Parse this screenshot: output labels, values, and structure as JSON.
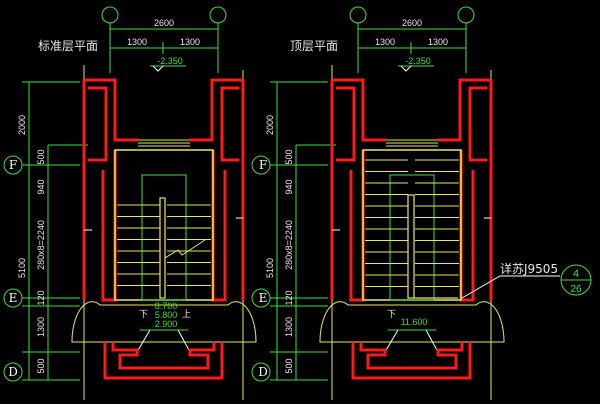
{
  "plans": [
    {
      "title": "标准层平面",
      "dims": {
        "total": "2600",
        "half_left": "1300",
        "half_right": "1300",
        "d2000": "2000",
        "d500a": "500",
        "d940": "940",
        "d5100": "5100",
        "stairs": "280x8=2240",
        "d120": "120",
        "d1300": "1300",
        "d500b": "500"
      },
      "top_elev": "-2.350",
      "elevs": [
        "8.700",
        "5.800",
        "2.900"
      ],
      "down": "下",
      "up": "上"
    },
    {
      "title": "顶层平面",
      "dims": {
        "total": "2600",
        "half_left": "1300",
        "half_right": "1300",
        "d2000": "2000",
        "d500a": "500",
        "d940": "940",
        "d5100": "5100",
        "stairs": "280x8=2240",
        "d120": "120",
        "d1300": "1300",
        "d500b": "500"
      },
      "top_elev": "-2.350",
      "elevs": [
        "11.600"
      ],
      "down": "下"
    }
  ],
  "axes": [
    "F",
    "E",
    "D"
  ],
  "callout": {
    "text": "详苏J9505",
    "number": "4",
    "sheet": "26"
  },
  "colors": {
    "wall": "#ff1a1a",
    "stair": "#e8e85a",
    "dim": "#3de03d",
    "bg": "#000000"
  }
}
